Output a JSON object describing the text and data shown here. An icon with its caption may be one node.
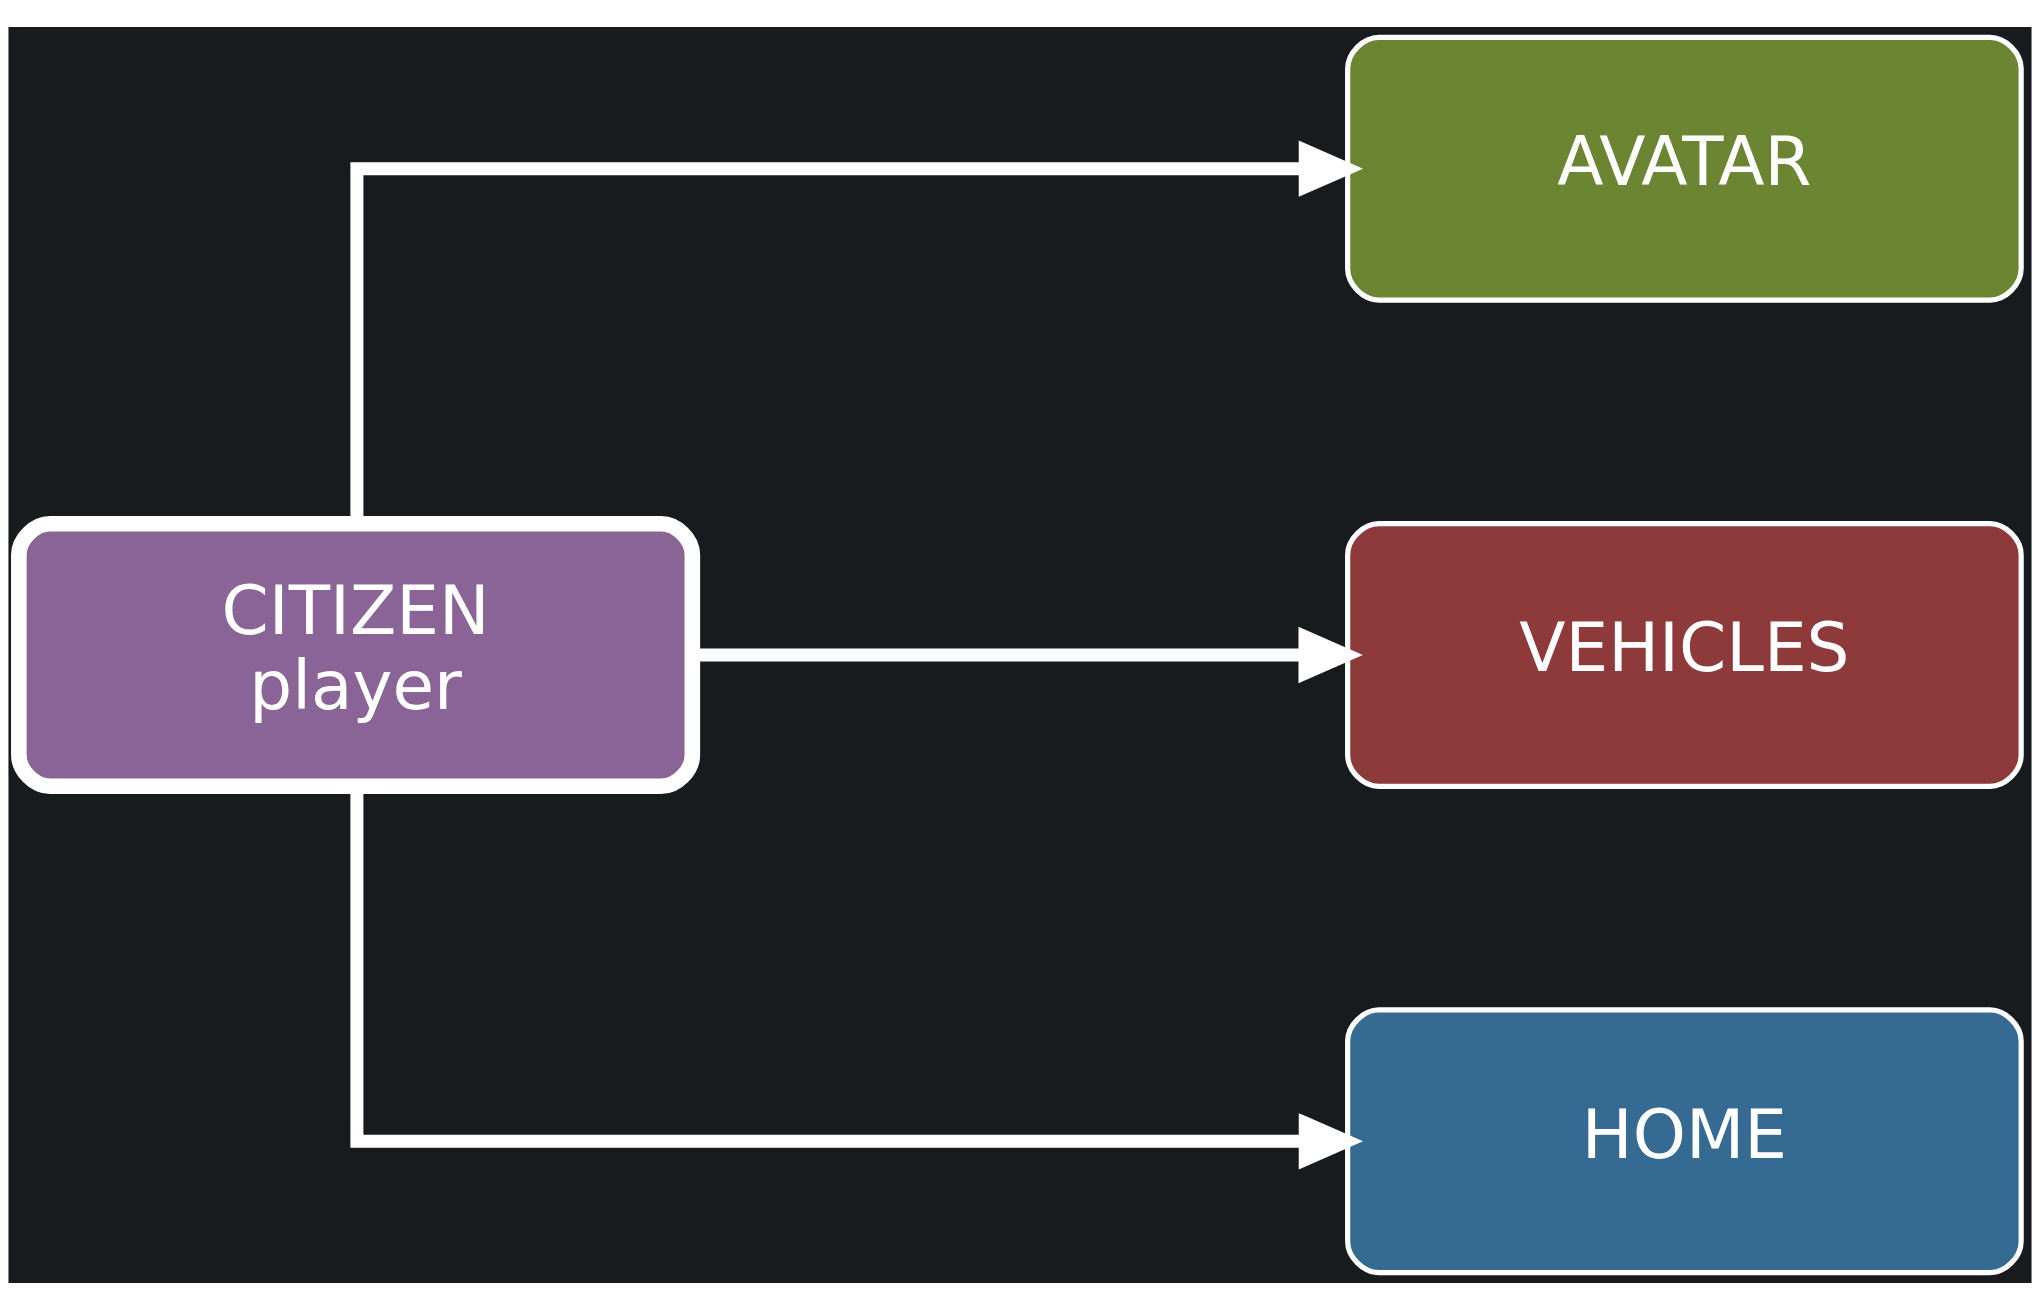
{
  "diagram": {
    "nodes": [
      {
        "text": [
          "CITIZEN",
          "player"
        ]
      },
      {
        "text": [
          "AVATAR"
        ]
      },
      {
        "text": [
          "VEHICLES"
        ]
      },
      {
        "text": [
          "HOME"
        ]
      }
    ],
    "edges": [
      {
        "from": 0,
        "to": 1,
        "arrow": "to"
      },
      {
        "from": 0,
        "to": 2,
        "arrow": "to"
      },
      {
        "from": 0,
        "to": 3,
        "arrow": "to"
      }
    ]
  }
}
